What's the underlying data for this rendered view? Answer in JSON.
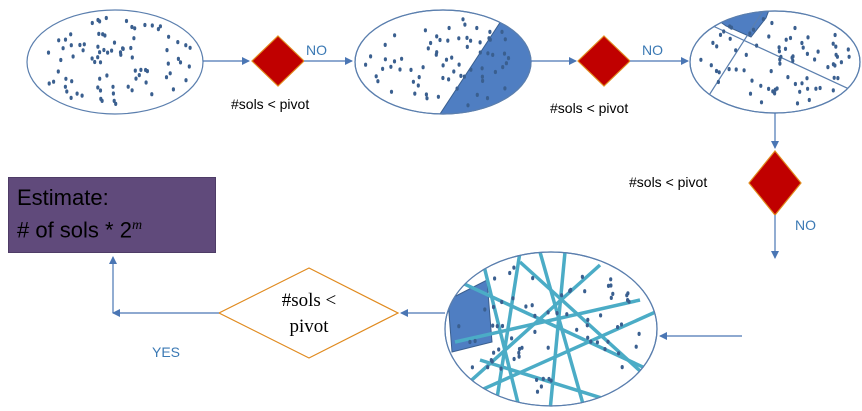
{
  "colors": {
    "ellipse_stroke": "#5b7fae",
    "dot": "#3a5f8f",
    "shaded_region": "#4f7ec2",
    "diamond_fill": "#c00000",
    "diamond_stroke": "#e08a1e",
    "arrow": "#4a76b4",
    "hash_line": "#4bacc6",
    "label_blue": "#3b79b4",
    "estimate_box": "#604a7b"
  },
  "labels": {
    "no_1": "NO",
    "no_2": "NO",
    "no_3": "NO",
    "yes": "YES",
    "cond_1": "#sols < pivot",
    "cond_2": "#sols < pivot",
    "cond_3": "#sols < pivot",
    "final_cond_line1": "#sols <",
    "final_cond_line2": "pivot"
  },
  "estimate": {
    "line1": "Estimate:",
    "line2": "# of sols * 2",
    "exponent": "m"
  }
}
